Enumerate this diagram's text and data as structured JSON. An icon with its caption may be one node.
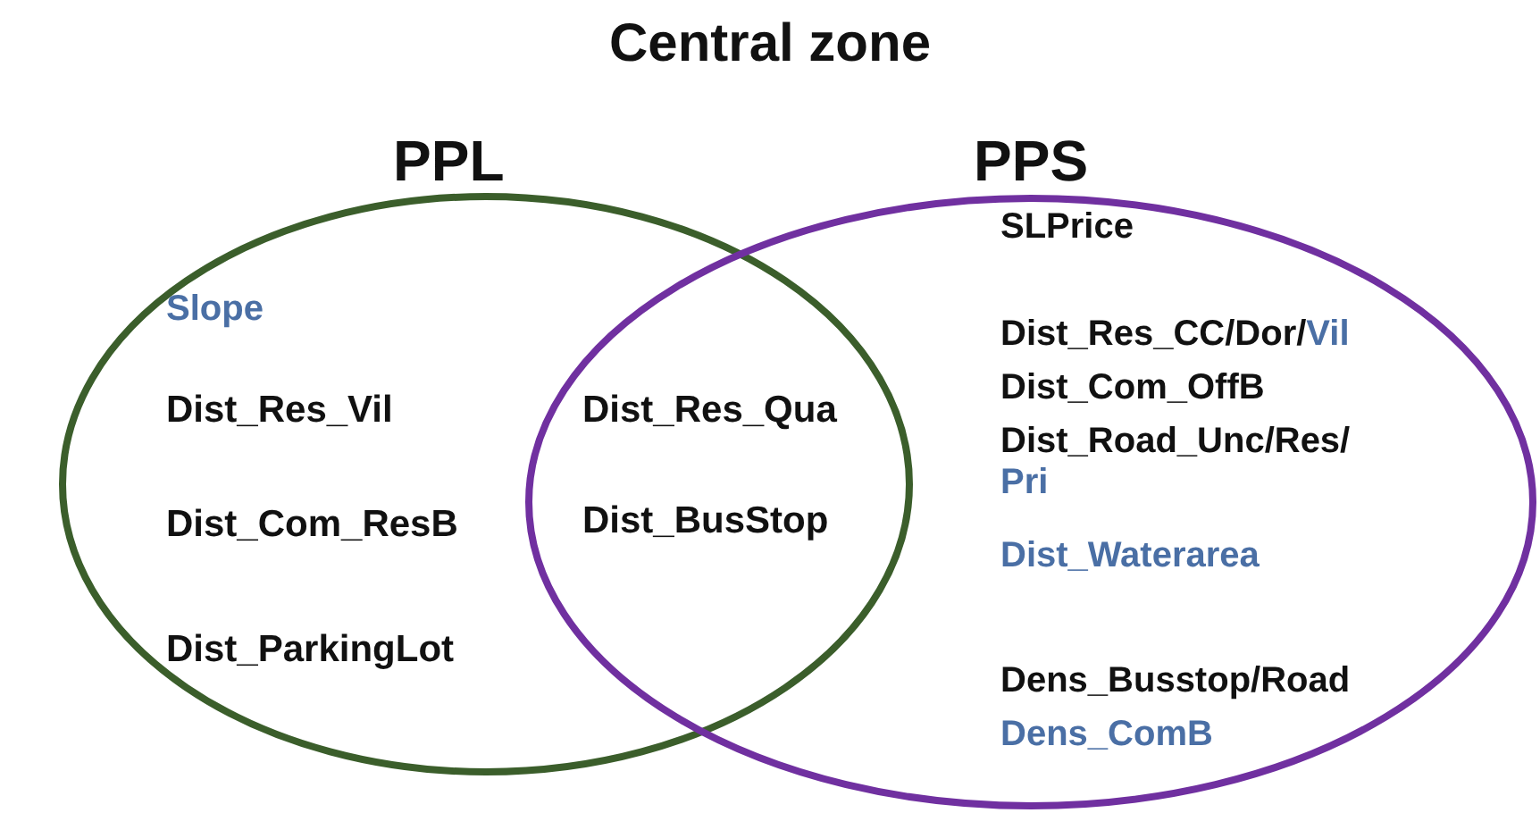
{
  "diagram": {
    "title": "Central zone",
    "nodes": [
      {
        "text": [
          "PPL",
          "Slope",
          "Dist_Res_Vil",
          "Dist_Com_ResB",
          "Dist_ParkingLot"
        ]
      },
      {
        "text": [
          "PPS",
          "SLPrice",
          "Dist_Res_CC/Dor/Vil",
          "Dist_Com_OffB",
          "Dist_Road_Unc/Res/Pri",
          "Dist_Waterarea",
          "Dens_Busstop/Road",
          "Dens_ComB"
        ]
      }
    ],
    "labels": [
      "Dist_Res_Qua",
      "Dist_BusStop"
    ]
  }
}
